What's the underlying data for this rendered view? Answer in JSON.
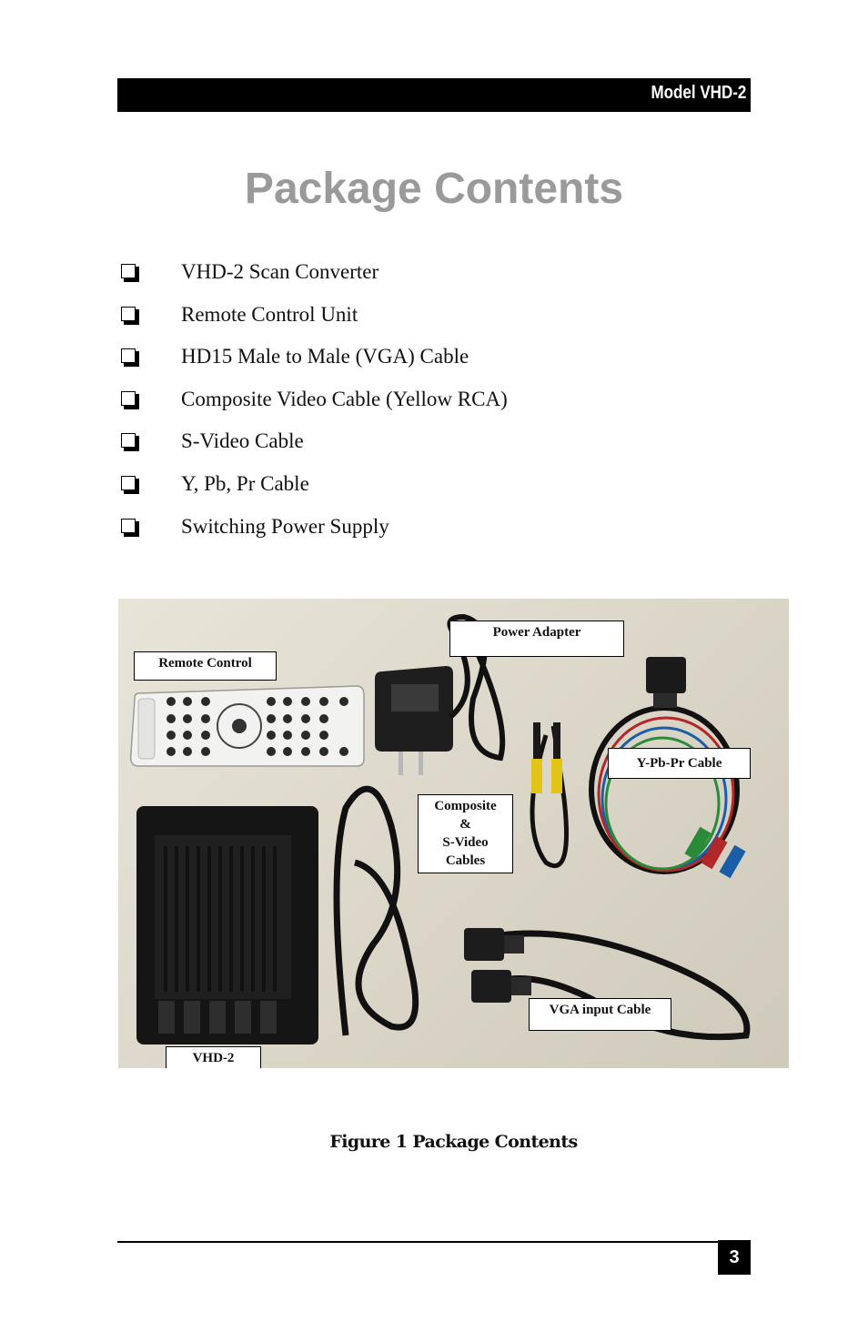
{
  "header": {
    "model": "Model VHD-2"
  },
  "page_title": "Package Contents",
  "items": [
    {
      "label": "VHD-2 Scan Converter"
    },
    {
      "label": "Remote Control Unit"
    },
    {
      "label": "HD15 Male to Male (VGA) Cable"
    },
    {
      "label": "Composite Video Cable (Yellow RCA)"
    },
    {
      "label": "S-Video Cable"
    },
    {
      "label": "Y, Pb, Pr Cable"
    },
    {
      "label": "Switching Power Supply"
    }
  ],
  "figure": {
    "callouts": {
      "power_adapter": "Power Adapter",
      "remote_control": "Remote Control",
      "ypbpr_cable": "Y-Pb-Pr Cable",
      "composite_line1": "Composite",
      "composite_line2": "&",
      "composite_line3": "S-Video",
      "composite_line4": "Cables",
      "vga_cable": "VGA input Cable",
      "vhd2": "VHD-2"
    },
    "caption": "Figure 1 Package Contents"
  },
  "footer": {
    "page_number": "3"
  }
}
